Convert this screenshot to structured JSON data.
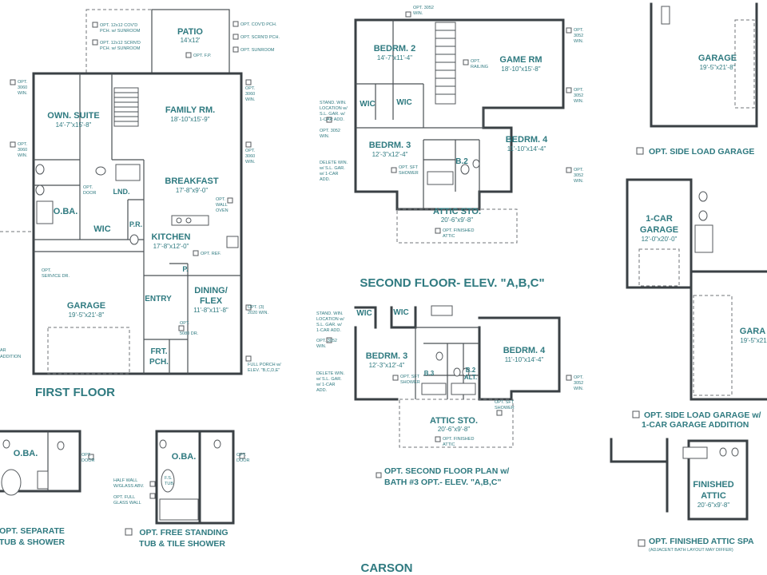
{
  "title": "CARSON",
  "plans": {
    "first_floor": {
      "label": "FIRST FLOOR",
      "rooms": [
        {
          "name": "PATIO",
          "dim": "14'x12'"
        },
        {
          "name": "OWN. SUITE",
          "dim": "14'-7\"x15'-8\""
        },
        {
          "name": "FAMILY RM.",
          "dim": "18'-10\"x15'-9\""
        },
        {
          "name": "BREAKFAST",
          "dim": "17'-8\"x9'-0\""
        },
        {
          "name": "KITCHEN",
          "dim": "17'-8\"x12'-0\""
        },
        {
          "name": "O.BA.",
          "dim": ""
        },
        {
          "name": "WIC",
          "dim": ""
        },
        {
          "name": "LND.",
          "dim": ""
        },
        {
          "name": "P.R.",
          "dim": ""
        },
        {
          "name": "P.",
          "dim": ""
        },
        {
          "name": "GARAGE",
          "dim": "19'-5\"x21'-8\""
        },
        {
          "name": "ENTRY",
          "dim": ""
        },
        {
          "name": "DINING/",
          "dim": ""
        },
        {
          "name": "FLEX",
          "dim": "11'-8\"x11'-8\""
        },
        {
          "name": "FRT.",
          "dim": ""
        },
        {
          "name": "PCH.",
          "dim": ""
        }
      ],
      "notes": [
        "OPT. 12x12 COV'D",
        "PCH. w/ SUNROOM",
        "OPT. 12x12 SCRN'D",
        "PCH. w/ SUNROOM",
        "OPT. COV'D PCH.",
        "OPT. SCRN'D PCH.",
        "OPT. SUNROOM",
        "OPT. F.P.",
        "OPT.",
        "3060",
        "WIN.",
        "OPT.",
        "3060",
        "WIN.",
        "OPT.",
        "3060",
        "WIN.",
        "OPT.",
        "3060",
        "WIN.",
        "OPT.",
        "DOOR",
        "OPT.",
        "WALL",
        "OVEN",
        "OPT. REF.",
        "OPT.",
        "SERVICE DR.",
        "OPT. (3)",
        "2020 WIN.",
        "OPT.",
        "5080 DR.",
        "FULL PORCH w/",
        "ELEV. \"B,C,D,E\"",
        "AR",
        "ADDITION"
      ]
    },
    "second_floor": {
      "label": "SECOND FLOOR- ELEV. \"A,B,C\"",
      "rooms": [
        {
          "name": "BEDRM. 2",
          "dim": "14'-7\"x11'-4\""
        },
        {
          "name": "GAME RM",
          "dim": "18'-10\"x15'-8\""
        },
        {
          "name": "WIC",
          "dim": ""
        },
        {
          "name": "WIC",
          "dim": ""
        },
        {
          "name": "BEDRM. 3",
          "dim": "12'-3\"x12'-4\""
        },
        {
          "name": "B.2",
          "dim": ""
        },
        {
          "name": "BEDRM. 4",
          "dim": "11'-10\"x14'-4\""
        },
        {
          "name": "ATTIC STO.",
          "dim": "20'-6\"x9'-8\""
        }
      ],
      "notes": [
        "OPT. 3052",
        "WIN.",
        "OPT.",
        "RAILING",
        "OPT.",
        "3052",
        "WIN.",
        "OPT.",
        "3052",
        "WIN.",
        "STAND. WIN.",
        "LOCATION w/",
        "S.L. GAR. w/",
        "1-CAR ADD.",
        "OPT. 3052",
        "WIN.",
        "OPT. SFT",
        "SHOWER",
        "DELETE WIN.",
        "w/ S.L. GAR.",
        "w/ 1-CAR",
        "ADD.",
        "OPT.",
        "3052",
        "WIN.",
        "OPT. FINISHED",
        "ATTIC"
      ]
    },
    "opt_second_floor_bath3": {
      "label_line1": "OPT. SECOND FLOOR PLAN w/",
      "label_line2": "BATH #3 OPT.- ELEV. \"A,B,C\"",
      "rooms": [
        {
          "name": "WIC",
          "dim": ""
        },
        {
          "name": "WIC",
          "dim": ""
        },
        {
          "name": "BEDRM. 3",
          "dim": "12'-3\"x12'-4\""
        },
        {
          "name": "BEDRM. 4",
          "dim": "11'-10\"x14'-4\""
        },
        {
          "name": "B.3",
          "dim": ""
        },
        {
          "name": "B.2",
          "dim": ""
        },
        {
          "name": "ALT.",
          "dim": ""
        },
        {
          "name": "ATTIC STO.",
          "dim": "20'-6\"x9'-8\""
        }
      ],
      "notes": [
        "STAND. WIN.",
        "LOCATION w/",
        "S.L. GAR. w/",
        "1-CAR ADD.",
        "OPT. 3052",
        "WIN.",
        "OPT. SFT",
        "SHOWER",
        "OPT. SFT",
        "SHOWER",
        "DELETE WIN.",
        "w/ S.L. GAR.",
        "w/ 1-CAR",
        "ADD.",
        "OPT.",
        "3052",
        "WIN.",
        "OPT. FINISHED",
        "ATTIC"
      ]
    },
    "opt_side_load_garage": {
      "label": "OPT. SIDE LOAD GARAGE",
      "rooms": [
        {
          "name": "GARAGE",
          "dim": "19'-5\"x21'-8\""
        }
      ]
    },
    "opt_side_load_1car": {
      "label_line1": "OPT. SIDE LOAD GARAGE w/",
      "label_line2": "1-CAR GARAGE ADDITION",
      "rooms": [
        {
          "name": "1-CAR",
          "dim": ""
        },
        {
          "name": "GARAGE",
          "dim": "12'-0\"x20'-0\""
        },
        {
          "name": "GARA",
          "dim": "19'-5\"x21"
        }
      ]
    },
    "opt_finished_attic": {
      "label": "OPT. FINISHED ATTIC SPA",
      "sublabel": "(ADJACENT BATH LAYOUT MAY DIFFER)",
      "rooms": [
        {
          "name": "FINISHED",
          "dim": ""
        },
        {
          "name": "ATTIC",
          "dim": "20'-6\"x9'-8\""
        }
      ]
    },
    "opt_separate_tub": {
      "label_line1": "OPT. SEPARATE",
      "label_line2": "TUB & SHOWER",
      "rooms": [
        {
          "name": "O.BA.",
          "dim": ""
        }
      ],
      "notes": [
        "OPT.",
        "DOOR"
      ]
    },
    "opt_free_standing_tub": {
      "label_line1": "OPT. FREE STANDING",
      "label_line2": "TUB & TILE SHOWER",
      "rooms": [
        {
          "name": "O.BA.",
          "dim": ""
        }
      ],
      "notes": [
        "OPT.",
        "DOOR",
        "HALF WALL",
        "W/GLASS ABV.",
        "OPT. FULL",
        "GLASS WALL",
        "F.S.",
        "TUB"
      ]
    }
  },
  "colors": {
    "wall": "#3a4044",
    "text": "#2f7a80",
    "background": "#ffffff"
  }
}
